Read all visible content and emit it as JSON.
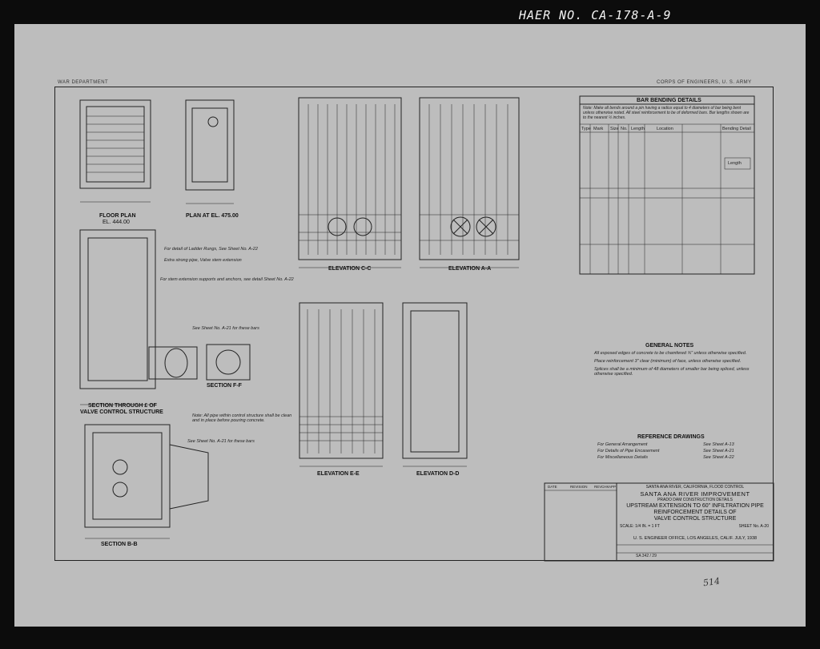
{
  "stamp_top": "HAER NO. CA-178-A-9",
  "header_left": "WAR DEPARTMENT",
  "header_right": "CORPS OF ENGINEERS, U. S. ARMY",
  "views": {
    "floor_plan": "FLOOR PLAN",
    "floor_plan_el": "EL. 444.00",
    "plan_at": "PLAN AT EL. 475.00",
    "elev_cc": "ELEVATION C-C",
    "elev_aa": "ELEVATION A-A",
    "section_b": "SECTION THROUGH £ OF",
    "section_b2": "VALVE CONTROL STRUCTURE",
    "section_ff": "SECTION F-F",
    "section_bb": "SECTION B-B",
    "elev_ee": "ELEVATION E-E",
    "elev_dd": "ELEVATION D-D"
  },
  "notes": {
    "ladder": "For detail of Ladder Rungs, See Sheet No. A-22",
    "pipe": "Extra strong pipe, Valve stem extension",
    "supports": "For stem extension supports and anchors, see detail Sheet No. A-22",
    "see_a21": "See Sheet No. A-21 for these bars",
    "see_a21b": "See Sheet No. A-21 for these bars",
    "pipe_note": "Note: All pipe within control structure shall be clean and in place before pouring concrete."
  },
  "bar_bending": {
    "title": "BAR BENDING DETAILS",
    "note": "Note: Make all bends around a pin having a radius equal to 4 diameters of bar being bent unless otherwise noted. All steel reinforcement to be of deformed bars. Bar lengths shown are to the nearest ½ inches.",
    "headers": [
      "Type",
      "Mark",
      "Size",
      "No.",
      "Length",
      "Location",
      "Bending Detail"
    ],
    "length_label": "Length"
  },
  "general_notes": {
    "title": "GENERAL NOTES",
    "lines": [
      "All exposed edges of concrete to be chamfered ¾\" unless otherwise specified.",
      "Place reinforcement 3\" clear (minimum) of face, unless otherwise specified.",
      "Splices shall be a minimum of 48 diameters of smaller bar being spliced, unless otherwise specified."
    ]
  },
  "reference": {
    "title": "REFERENCE DRAWINGS",
    "rows": [
      {
        "label": "For General Arrangement",
        "sheet": "See Sheet A-13"
      },
      {
        "label": "For Details of Pipe Encasement",
        "sheet": "See Sheet A-21"
      },
      {
        "label": "For Miscellaneous Details",
        "sheet": "See Sheet A-22"
      }
    ]
  },
  "title_block": {
    "revision_headers": [
      "DATE",
      "REVISION",
      "REV",
      "CHK",
      "APP"
    ],
    "line1": "SANTA ANA RIVER, CALIFORNIA, FLOOD CONTROL",
    "line2": "SANTA ANA RIVER IMPROVEMENT",
    "line3": "PRADO DAM CONSTRUCTION DETAILS",
    "line4": "UPSTREAM EXTENSION TO 60\" INFILTRATION PIPE",
    "line5": "REINFORCEMENT DETAILS OF",
    "line6": "VALVE CONTROL STRUCTURE",
    "scale": "SCALE: 1/4 IN. = 1 FT",
    "sheet": "SHEET No. A-20",
    "office": "U. S. ENGINEER OFFICE, LOS ANGELES, CALIF.   JULY, 1938",
    "file_no": "SA 342 / 29"
  },
  "page_number": "514"
}
